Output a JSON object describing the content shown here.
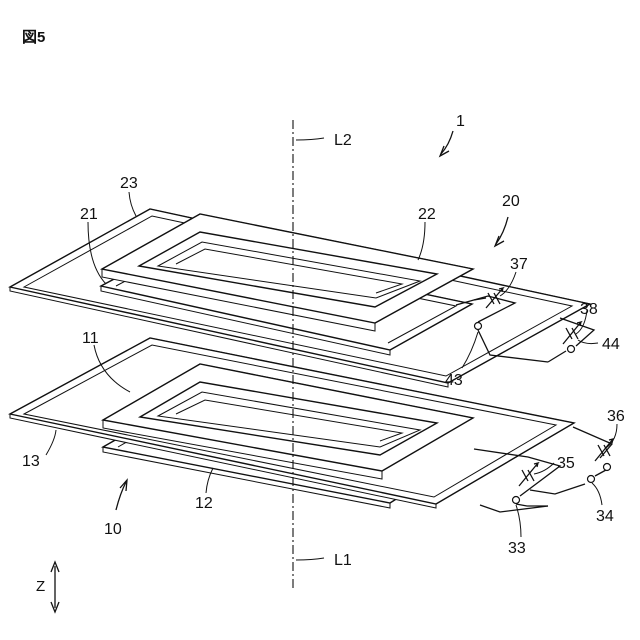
{
  "figure": {
    "title": "図5",
    "axis_labels": {
      "upper": "L2",
      "lower": "L1",
      "z": "Z"
    }
  },
  "labels": [
    {
      "id": "1",
      "text": "1"
    },
    {
      "id": "20",
      "text": "20"
    },
    {
      "id": "21",
      "text": "21"
    },
    {
      "id": "22",
      "text": "22"
    },
    {
      "id": "23",
      "text": "23"
    },
    {
      "id": "37",
      "text": "37"
    },
    {
      "id": "38",
      "text": "38"
    },
    {
      "id": "43",
      "text": "43"
    },
    {
      "id": "44",
      "text": "44"
    },
    {
      "id": "11",
      "text": "11"
    },
    {
      "id": "13",
      "text": "13"
    },
    {
      "id": "10",
      "text": "10"
    },
    {
      "id": "12",
      "text": "12"
    },
    {
      "id": "36",
      "text": "36"
    },
    {
      "id": "35",
      "text": "35"
    },
    {
      "id": "34",
      "text": "34"
    },
    {
      "id": "33",
      "text": "33"
    }
  ]
}
